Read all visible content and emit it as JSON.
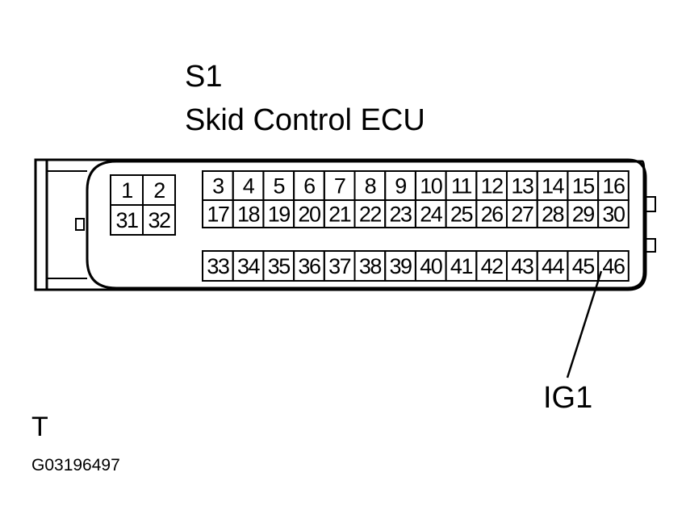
{
  "connector": {
    "code": "S1",
    "name": "Skid Control ECU"
  },
  "pins_small_block": {
    "top": [
      "1",
      "2"
    ],
    "bottom": [
      "31",
      "32"
    ]
  },
  "pins_upper_row1": [
    "3",
    "4",
    "5",
    "6",
    "7",
    "8",
    "9",
    "10",
    "11",
    "12",
    "13",
    "14",
    "15",
    "16"
  ],
  "pins_upper_row2": [
    "17",
    "18",
    "19",
    "20",
    "21",
    "22",
    "23",
    "24",
    "25",
    "26",
    "27",
    "28",
    "29",
    "30"
  ],
  "pins_lower_row": [
    "33",
    "34",
    "35",
    "36",
    "37",
    "38",
    "39",
    "40",
    "41",
    "42",
    "43",
    "44",
    "45",
    "46"
  ],
  "callout": {
    "label": "IG1",
    "pin": "46"
  },
  "view_label": "T",
  "figure_code": "G03196497"
}
